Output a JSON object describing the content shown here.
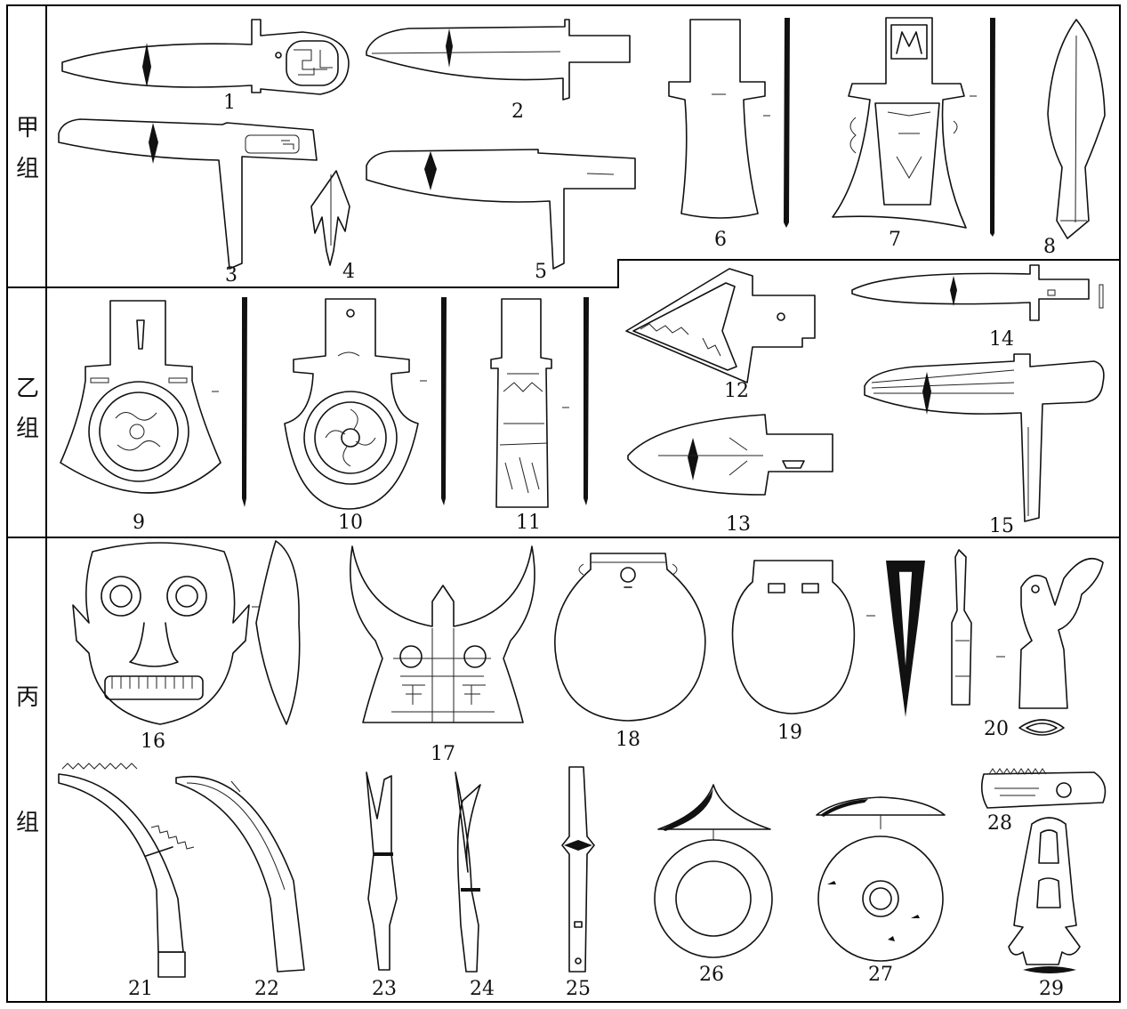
{
  "groups": [
    {
      "label_line1": "甲",
      "label_line2": "组"
    },
    {
      "label_line1": "乙",
      "label_line2": "组"
    },
    {
      "label_line1": "丙",
      "label_line2": "组"
    }
  ],
  "figure_numbers": [
    "1",
    "2",
    "3",
    "4",
    "5",
    "6",
    "7",
    "8",
    "9",
    "10",
    "11",
    "12",
    "13",
    "14",
    "15",
    "16",
    "17",
    "18",
    "19",
    "20",
    "21",
    "22",
    "23",
    "24",
    "25",
    "26",
    "27",
    "28",
    "29"
  ]
}
